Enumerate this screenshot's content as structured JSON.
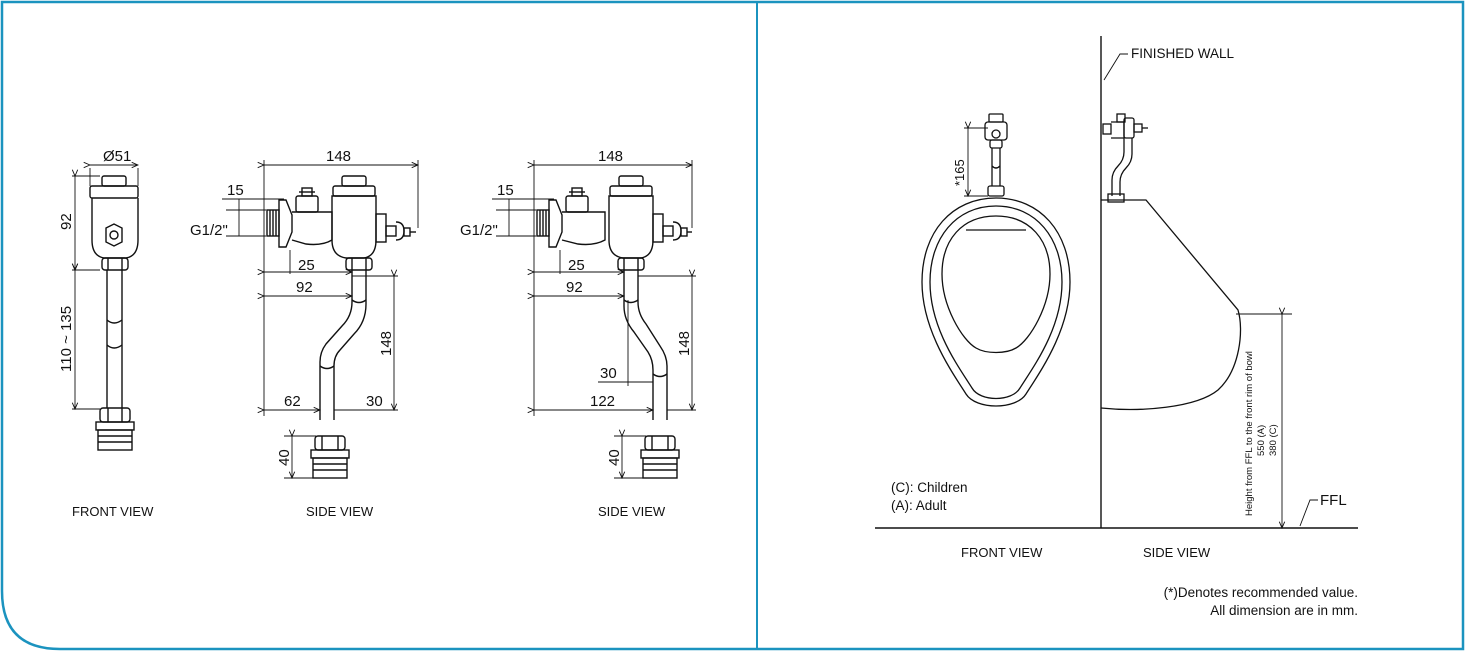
{
  "left_panel": {
    "front_view": {
      "label": "FRONT VIEW",
      "dims": {
        "diameter": "Ø51",
        "height_top": "92",
        "height_range": "110 ~ 135"
      }
    },
    "side_view_1": {
      "label": "SIDE VIEW",
      "dims": {
        "overall": "148",
        "inlet_depth": "15",
        "thread": "G1/2\"",
        "offset_a": "25",
        "offset_b": "92",
        "vertical": "148",
        "bottom_left": "62",
        "bottom_right": "30",
        "coupling_height": "40"
      }
    },
    "side_view_2": {
      "label": "SIDE VIEW",
      "dims": {
        "overall": "148",
        "inlet_depth": "15",
        "thread": "G1/2\"",
        "offset_a": "25",
        "offset_b": "92",
        "vertical": "148",
        "bend": "30",
        "bottom": "122",
        "coupling_height": "40"
      }
    }
  },
  "right_panel": {
    "finished_wall": "FINISHED WALL",
    "recommended_dim": "*165",
    "legend": {
      "children": "(C): Children",
      "adult": "(A): Adult"
    },
    "height_note": {
      "line1": "Height from FFL to the front rim of bowl",
      "line2": "550 (A)",
      "line3": "380 (C)"
    },
    "ffl": "FFL",
    "front_view_label": "FRONT VIEW",
    "side_view_label": "SIDE VIEW",
    "notes": {
      "line1": "(*)Denotes recommended value.",
      "line2": "All dimension are in mm."
    }
  },
  "colors": {
    "frame": "#1b93bf",
    "line": "#111111"
  }
}
